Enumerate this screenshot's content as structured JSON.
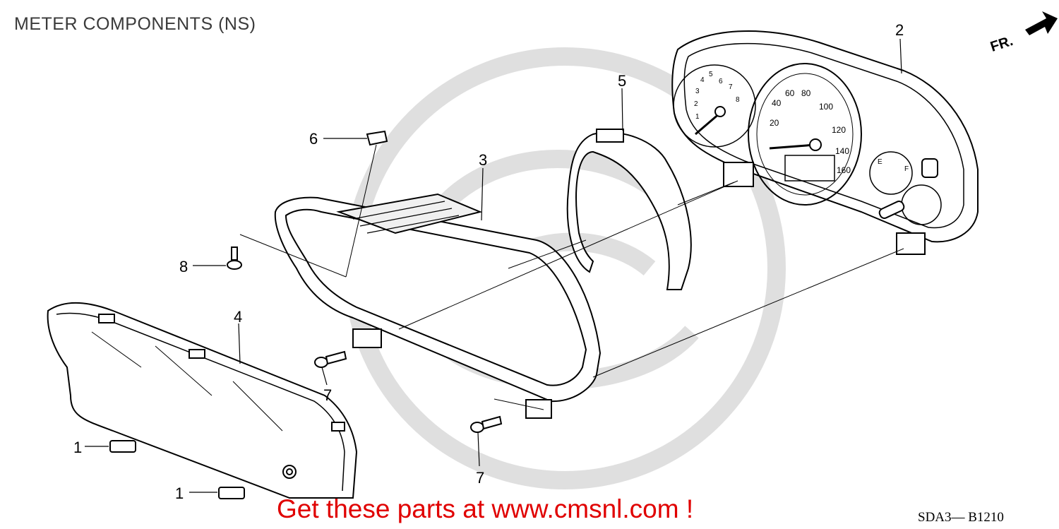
{
  "diagram": {
    "title": "METER COMPONENTS (NS)",
    "promo": "Get these parts at www.cmsnl.com !",
    "drawing_code": "SDA3— B1210",
    "direction_label": "FR.",
    "callouts": {
      "c1a": "1",
      "c1b": "1",
      "c2": "2",
      "c3": "3",
      "c4": "4",
      "c5": "5",
      "c6": "6",
      "c7a": "7",
      "c7b": "7",
      "c8": "8"
    },
    "speedometer_labels": [
      "20",
      "40",
      "60",
      "80",
      "100",
      "120",
      "140",
      "160"
    ],
    "tachometer_labels": [
      "1",
      "2",
      "3",
      "4",
      "5",
      "6",
      "7",
      "8"
    ],
    "fuel_labels": [
      "E",
      "F"
    ],
    "colors": {
      "line": "#000000",
      "watermark": "#d9d9d9",
      "promo": "#e00000"
    }
  }
}
